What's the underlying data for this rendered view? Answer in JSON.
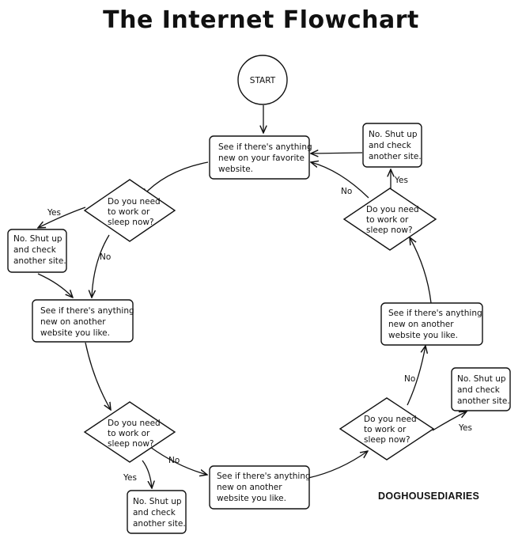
{
  "title": "The Internet Flowchart",
  "credit": "DOGHOUSEDIARIES",
  "nodes": {
    "start": [
      "START"
    ],
    "fav_site": [
      "See if there's anything",
      "new on your favorite",
      "website."
    ],
    "decision_1": [
      "Do you need",
      "to work or",
      "sleep now?"
    ],
    "shutup_1": [
      "No. Shut up",
      "and check",
      "another site."
    ],
    "another_site_1": [
      "See if there's anything",
      "new on another",
      "website you like."
    ],
    "decision_2": [
      "Do you need",
      "to work or",
      "sleep now?"
    ],
    "shutup_2": [
      "No. Shut up",
      "and check",
      "another site."
    ],
    "another_site_2": [
      "See if there's anything",
      "new on another",
      "website you like."
    ],
    "decision_3": [
      "Do you need",
      "to work or",
      "sleep now?"
    ],
    "shutup_3": [
      "No. Shut up",
      "and check",
      "another site."
    ],
    "another_site_3": [
      "See if there's anything",
      "new on another",
      "website you like."
    ],
    "decision_4": [
      "Do you need",
      "to work or",
      "sleep now?"
    ],
    "shutup_4": [
      "No. Shut up",
      "and check",
      "another site."
    ]
  },
  "edge_labels": {
    "d1_yes": "Yes",
    "d1_no": "No",
    "d2_yes": "Yes",
    "d2_no": "No",
    "d3_yes": "Yes",
    "d3_no": "No",
    "d4_yes": "Yes",
    "d4_no": "No"
  }
}
